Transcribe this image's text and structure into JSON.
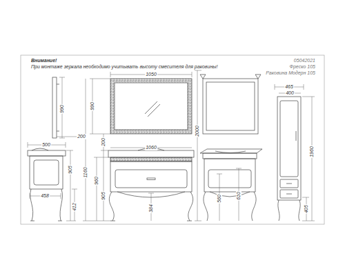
{
  "diagram": {
    "labels": [
      "Внимание!",
      "При монтаже зеркала необходимо учитывать высоту смесителя для раковины!",
      "05042021",
      "Фреско 105",
      "Раковина Модерн 105",
      "1050",
      "990",
      "990",
      "500",
      "200",
      "200",
      "1060",
      "2000",
      "465",
      "400",
      "1960",
      "1160",
      "960",
      "905",
      "905",
      "458",
      "412",
      "384",
      "560",
      "610",
      "405"
    ]
  }
}
